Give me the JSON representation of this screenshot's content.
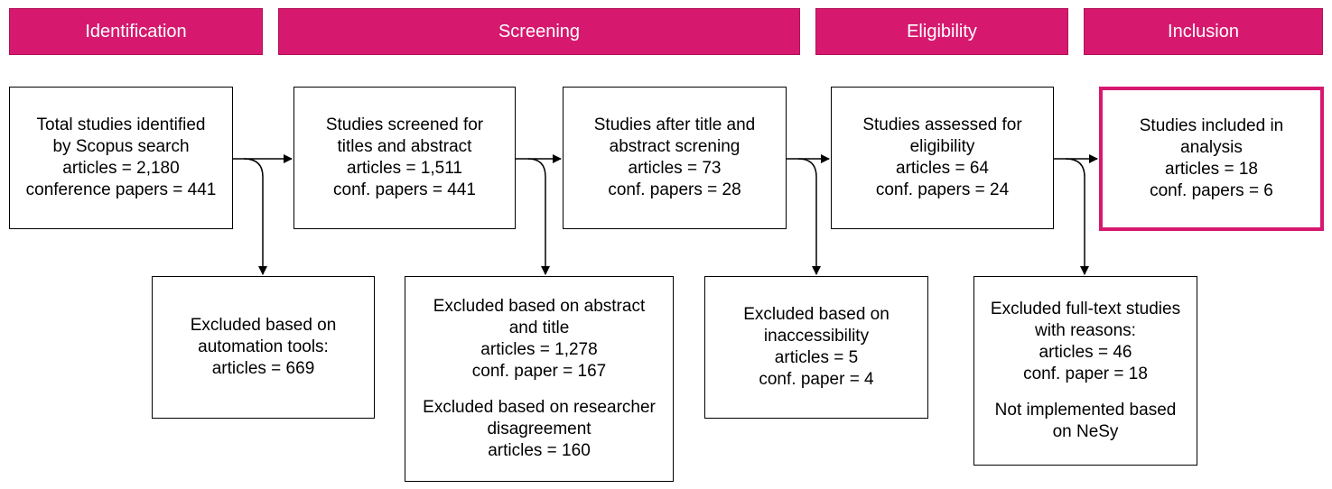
{
  "stages": [
    "Identification",
    "Screening",
    "Eligibility",
    "Inclusion"
  ],
  "boxes": {
    "identified": {
      "lines": [
        "Total studies identified",
        "by Scopus search",
        "articles = 2,180",
        "conference papers = 441"
      ]
    },
    "screened": {
      "lines": [
        "Studies screened for",
        "titles and abstract",
        "articles = 1,511",
        "conf. papers = 441"
      ]
    },
    "after_screening": {
      "lines": [
        "Studies after title and",
        "abstract screning",
        "articles = 73",
        "conf. papers = 28"
      ]
    },
    "assessed": {
      "lines": [
        "Studies assessed for",
        "eligibility",
        "articles = 64",
        "conf. papers = 24"
      ]
    },
    "included": {
      "lines": [
        "Studies included in",
        "analysis",
        "articles = 18",
        "conf. papers = 6"
      ]
    },
    "excluded_automation": {
      "lines": [
        "Excluded based on",
        "automation tools:",
        "articles = 669"
      ]
    },
    "excluded_abstract": {
      "lines": [
        "Excluded based on abstract",
        "and title",
        "articles = 1,278",
        "conf. paper = 167"
      ],
      "lines2": [
        "Excluded based on researcher",
        "disagreement",
        "articles = 160"
      ]
    },
    "excluded_access": {
      "lines": [
        "Excluded based on",
        "inaccessibility",
        "articles = 5",
        "conf. paper = 4"
      ]
    },
    "excluded_fulltext": {
      "lines": [
        "Excluded full-text studies",
        "with reasons:",
        "articles = 46",
        "conf. paper = 18"
      ],
      "lines2": [
        "Not implemented based",
        "on NeSy"
      ]
    }
  },
  "colors": {
    "accent": "#d6196f",
    "stroke": "#000000"
  }
}
